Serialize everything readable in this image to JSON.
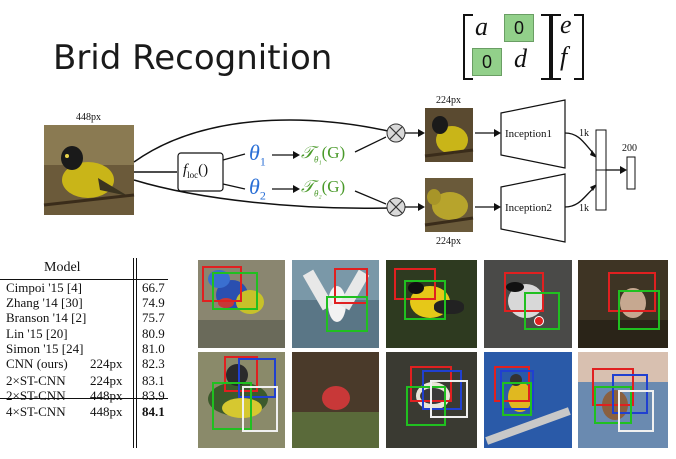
{
  "title": "Brid Recognition",
  "matrix": {
    "a": "a",
    "top_right": "0",
    "bottom_left": "0",
    "d": "d",
    "vec_top": "e",
    "vec_bottom": "f"
  },
  "diagram": {
    "input_size": "448px",
    "loc_function": "f",
    "loc_sub": "loc",
    "loc_paren": "()",
    "theta1": "θ",
    "theta1_sub": "1",
    "theta2": "θ",
    "theta2_sub": "2",
    "transform1": "𝒯",
    "transform1_sub": "θ₁",
    "transform1_arg": "(G)",
    "transform2": "𝒯",
    "transform2_sub": "θ₂",
    "transform2_arg": "(G)",
    "crop1_size": "224px",
    "crop2_size": "224px",
    "inception1": "Inception1",
    "inception2": "Inception2",
    "feat1": "1k",
    "feat2": "1k",
    "output": "200"
  },
  "table": {
    "header": "Model",
    "rows": [
      {
        "name": "Cimpoi '15 [4]",
        "size": "",
        "value": "66.7",
        "bold": false
      },
      {
        "name": "Zhang '14 [30]",
        "size": "",
        "value": "74.9",
        "bold": false
      },
      {
        "name": "Branson '14 [2]",
        "size": "",
        "value": "75.7",
        "bold": false
      },
      {
        "name": "Lin '15 [20]",
        "size": "",
        "value": "80.9",
        "bold": false
      },
      {
        "name": "Simon '15 [24]",
        "size": "",
        "value": "81.0",
        "bold": false
      },
      {
        "name": "CNN (ours)",
        "size": "224px",
        "value": "82.3",
        "bold": false
      },
      {
        "name": "2×ST-CNN",
        "size": "224px",
        "value": "83.1",
        "bold": false
      },
      {
        "name": "2×ST-CNN",
        "size": "448px",
        "value": "83.9",
        "bold": false
      },
      {
        "name": "4×ST-CNN",
        "size": "448px",
        "value": "84.1",
        "bold": true
      }
    ]
  },
  "colors": {
    "theta": "#2a6fd6",
    "transform": "#4a9a2a",
    "green_box": "#92d08a"
  }
}
